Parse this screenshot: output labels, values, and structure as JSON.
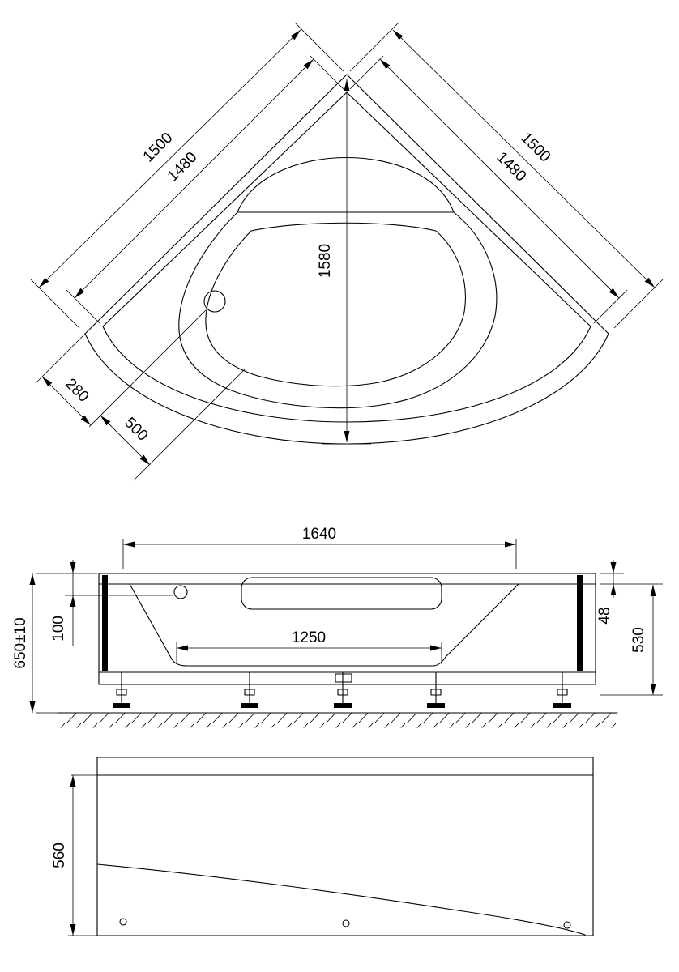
{
  "plan_view": {
    "dim_labels": {
      "outer_left": "1500",
      "inner_left": "1480",
      "outer_right": "1500",
      "inner_right": "1480",
      "vertical": "1580",
      "offset_small": "280",
      "offset_large": "500"
    }
  },
  "front_view": {
    "dim_labels": {
      "top_width": "1640",
      "overall_height": "650±10",
      "rim_height": "100",
      "base_width": "1250",
      "lip": "48",
      "side_height": "530"
    }
  },
  "panel_view": {
    "dim_labels": {
      "height": "560"
    }
  },
  "colors": {
    "line": "#000000",
    "background": "#ffffff"
  }
}
